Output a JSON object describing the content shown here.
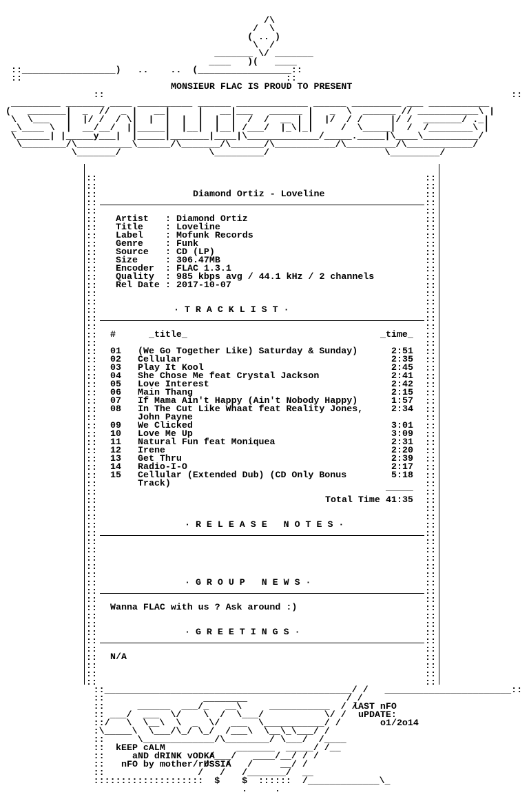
{
  "header": {
    "presents": "MONSIEUR FLAC IS PROUD TO PRESENT"
  },
  "release": {
    "heading": "Diamond Ortiz - Loveline",
    "fields": [
      {
        "label": "Artist  ",
        "value": "Diamond Ortiz"
      },
      {
        "label": "Title   ",
        "value": "Loveline"
      },
      {
        "label": "Label   ",
        "value": "Mofunk Records"
      },
      {
        "label": "Genre   ",
        "value": "Funk"
      },
      {
        "label": "Source  ",
        "value": "CD (LP)"
      },
      {
        "label": "Size    ",
        "value": "306.47MB"
      },
      {
        "label": "Encoder ",
        "value": "FLAC 1.3.1"
      },
      {
        "label": "Quality ",
        "value": "985 kbps avg / 44.1 kHz / 2 channels"
      },
      {
        "label": "Rel Date",
        "value": "2017-10-07"
      }
    ]
  },
  "tracklist": {
    "section_title": "· T R A C K L I S T ·",
    "col_num": "#",
    "col_title": "_title_",
    "col_time": "_time_",
    "tracks": [
      {
        "num": "01",
        "title": "(We Go Together Like) Saturday & Sunday)",
        "time": "2:51"
      },
      {
        "num": "02",
        "title": "Cellular",
        "time": "2:35"
      },
      {
        "num": "03",
        "title": "Play It Kool",
        "time": "2:45"
      },
      {
        "num": "04",
        "title": "She Chose Me feat Crystal Jackson",
        "time": "2:41"
      },
      {
        "num": "05",
        "title": "Love Interest",
        "time": "2:42"
      },
      {
        "num": "06",
        "title": "Main Thang",
        "time": "2:15"
      },
      {
        "num": "07",
        "title": "If Mama Ain't Happy (Ain't Nobody Happy)",
        "time": "1:57"
      },
      {
        "num": "08",
        "title": "In The Cut Like Whaat feat Reality Jones,",
        "time": "2:34"
      },
      {
        "num": "",
        "title": "John Payne",
        "time": ""
      },
      {
        "num": "09",
        "title": "We Clicked",
        "time": "3:01"
      },
      {
        "num": "10",
        "title": "Love Me Up",
        "time": "3:09"
      },
      {
        "num": "11",
        "title": "Natural Fun feat Moniquea",
        "time": "2:31"
      },
      {
        "num": "12",
        "title": "Irene",
        "time": "2:20"
      },
      {
        "num": "13",
        "title": "Get Thru",
        "time": "2:39"
      },
      {
        "num": "14",
        "title": "Radio-I-O",
        "time": "2:17"
      },
      {
        "num": "15",
        "title": "Cellular (Extended Dub) (CD Only Bonus",
        "time": "5:18"
      },
      {
        "num": "",
        "title": "Track)",
        "time": ""
      }
    ],
    "total_rule": "_____",
    "total_label": "Total Time",
    "total_time": "41:35"
  },
  "release_notes": {
    "section_title": "· R E L E A S E   N O T E S ·"
  },
  "group_news": {
    "section_title": "· G R O U P   N E W S ·",
    "text": "Wanna FLAC with us ? Ask around :)"
  },
  "greetings": {
    "section_title": "· G R E E T I N G S ·",
    "text": "N/A"
  },
  "footer": {
    "last_nfo": "lAST nFO",
    "update": "uPDATE:",
    "update_date": "o1/2o14",
    "slogan_1": "kEEP cALM",
    "slogan_2": "aND dRINK vODKA",
    "credit": "nFO by mother/rUSSIA"
  }
}
